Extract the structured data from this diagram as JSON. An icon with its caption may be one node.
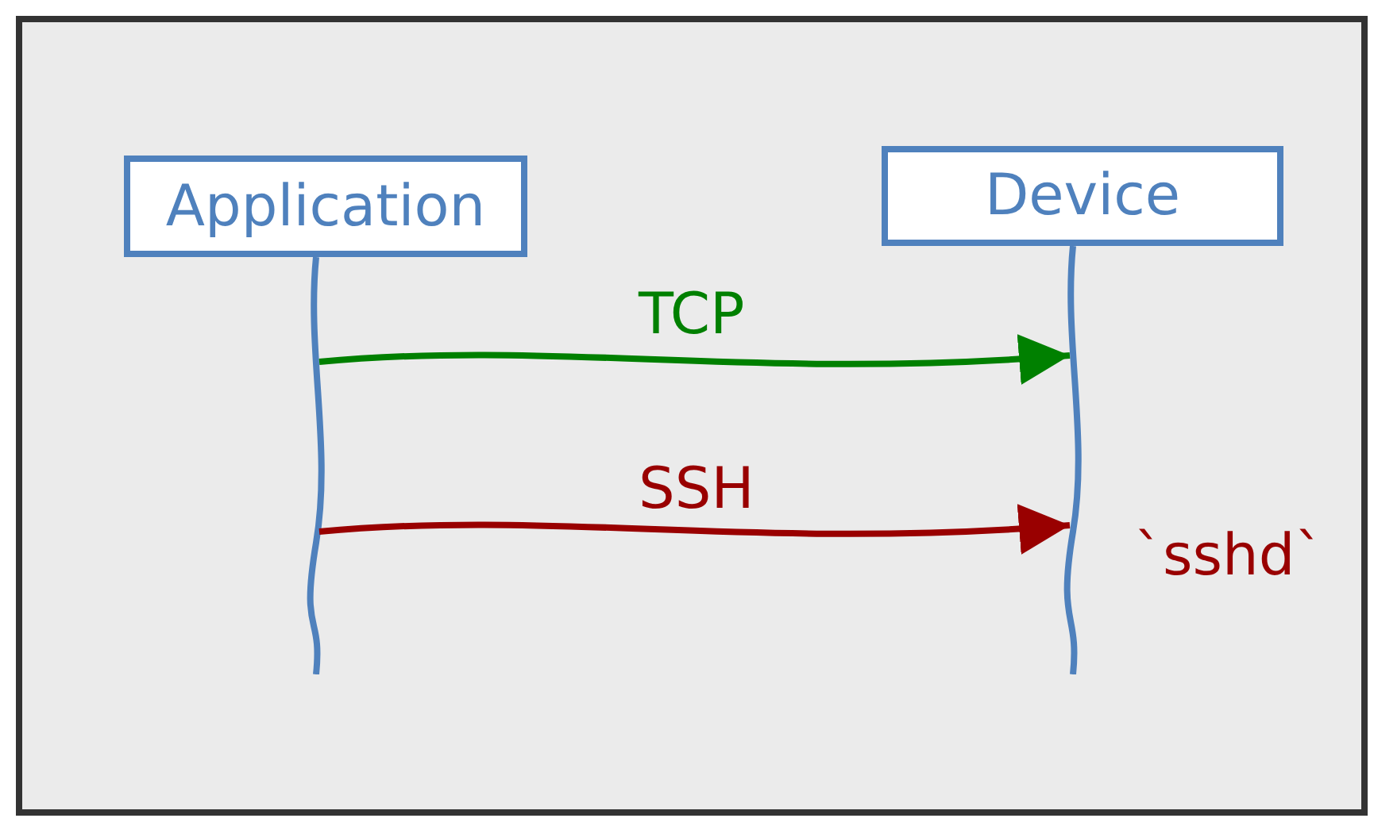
{
  "diagram": {
    "nodes": [
      {
        "text": [
          "Application"
        ]
      },
      {
        "text": [
          "Device"
        ]
      }
    ],
    "edges": [
      {
        "from": 0,
        "to": 1,
        "arrow": "to",
        "label": "TCP",
        "color": "#008000"
      },
      {
        "from": 0,
        "to": 1,
        "arrow": "to",
        "label": "SSH",
        "color": "#990000"
      }
    ],
    "labels": [
      "`sshd`"
    ]
  }
}
